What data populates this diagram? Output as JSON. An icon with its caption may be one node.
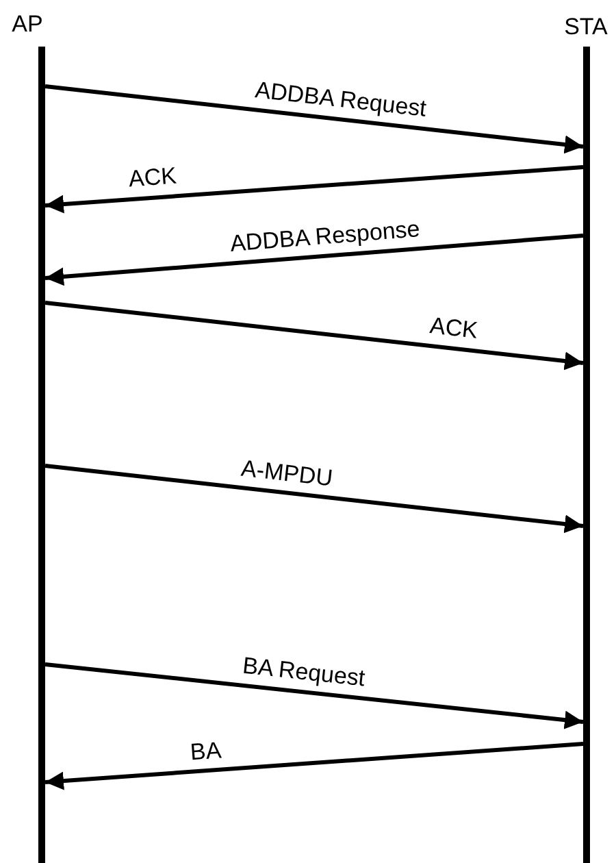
{
  "diagram": {
    "nodes": [
      {
        "text": [
          "AP"
        ]
      },
      {
        "text": [
          "STA"
        ]
      }
    ],
    "edges": [
      {
        "from": 0,
        "to": 1,
        "arrow": "to",
        "label": "ADDBA Request"
      },
      {
        "from": 1,
        "to": 0,
        "arrow": "to",
        "label": "ACK"
      },
      {
        "from": 1,
        "to": 0,
        "arrow": "to",
        "label": "ADDBA Response"
      },
      {
        "from": 0,
        "to": 1,
        "arrow": "to",
        "label": "ACK"
      },
      {
        "from": 0,
        "to": 1,
        "arrow": "to",
        "label": "A-MPDU"
      },
      {
        "from": 0,
        "to": 1,
        "arrow": "to",
        "label": "BA Request"
      },
      {
        "from": 1,
        "to": 0,
        "arrow": "to",
        "label": "BA"
      }
    ]
  }
}
